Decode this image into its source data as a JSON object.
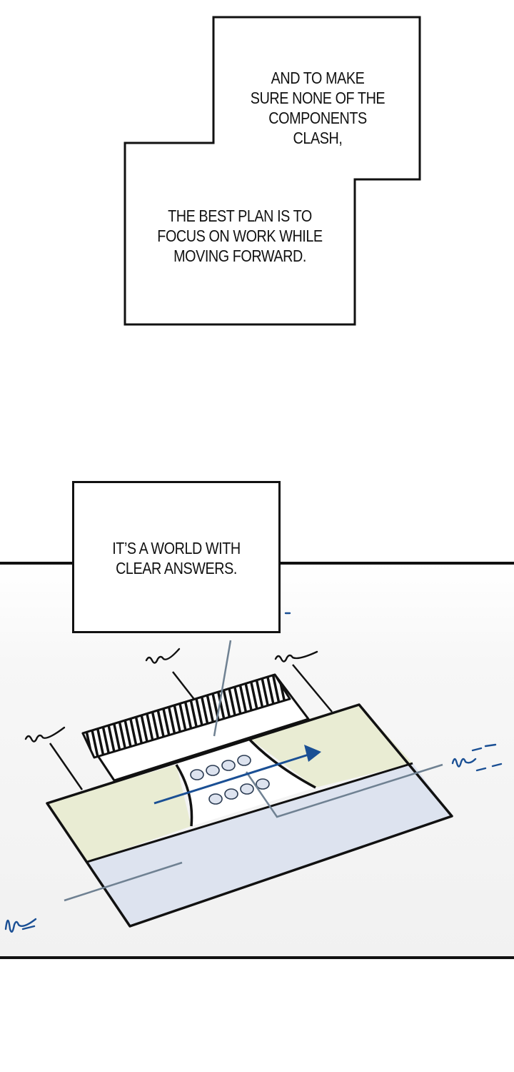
{
  "captions": {
    "caption_1": "AND TO MAKE\nSURE NONE OF THE\nCOMPONENTS CLASH,",
    "caption_2": "THE BEST PLAN IS TO\nFOCUS ON WORK WHILE\nMOVING FORWARD.",
    "caption_3": "IT’S A WORLD WITH\nCLEAR ANSWERS."
  },
  "colors": {
    "ink": "#111111",
    "panel_border": "#111111",
    "pale_green": "#e9ecd3",
    "pale_blue": "#dde3ef",
    "pencil_blue": "#1a4f94",
    "guide_gray": "#6f8192"
  },
  "icons": {
    "arrow": "arrow-right-icon",
    "scribble": "handwritten-scribble-icon"
  }
}
